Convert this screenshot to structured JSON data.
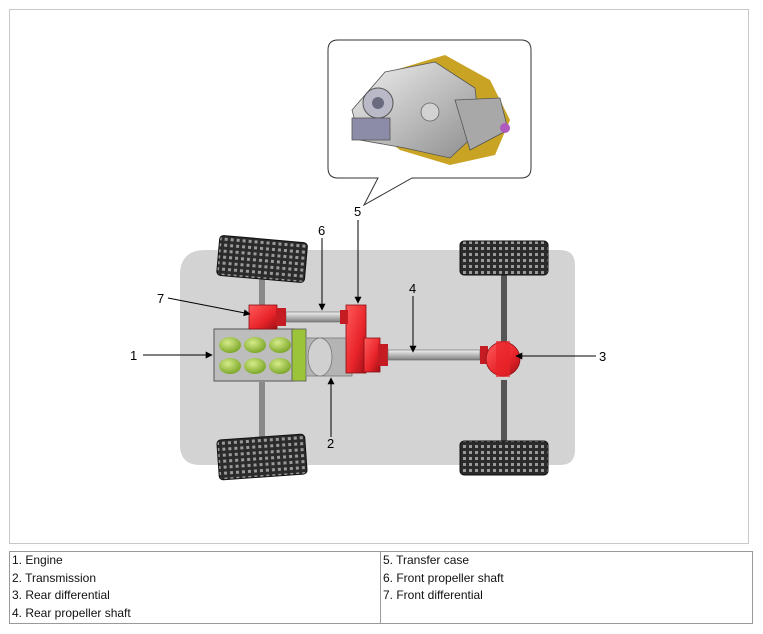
{
  "callouts": {
    "c1": "1",
    "c2": "2",
    "c3": "3",
    "c4": "4",
    "c5": "5",
    "c6": "6",
    "c7": "7"
  },
  "legend": {
    "left": [
      "1. Engine",
      "2. Transmission",
      "3. Rear differential",
      "4. Rear propeller shaft"
    ],
    "right": [
      "5. Transfer case",
      "6. Front propeller shaft",
      "7. Front differential"
    ]
  },
  "colors": {
    "component_red": "#e8242a",
    "engine_green": "#9cc43a",
    "chassis_gray": "#d3d3d3",
    "tire_dark": "#2b2b2b"
  }
}
